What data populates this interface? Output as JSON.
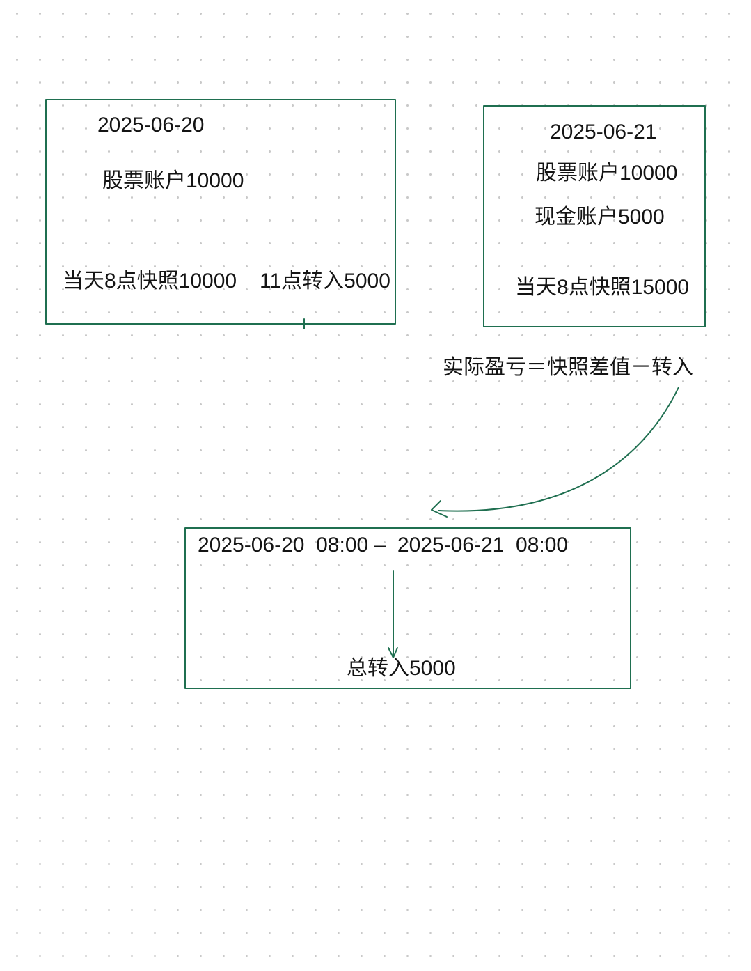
{
  "day1": {
    "date": "2025-06-20",
    "stock_account": "股票账户10000",
    "snapshot": "当天8点快照10000",
    "transfer": "11点转入5000"
  },
  "day2": {
    "date": "2025-06-21",
    "stock_account": "股票账户10000",
    "cash_account": "现金账户5000",
    "snapshot": "当天8点快照15000"
  },
  "formula": "实际盈亏＝快照差值－转入",
  "period": {
    "range": "2025-06-20  08:00 –  2025-06-21  08:00",
    "total_transfer": "总转入5000"
  },
  "colors": {
    "stroke": "#1f6f50",
    "text": "#141414",
    "background": "#ffffff",
    "grid_dot": "#c9c9c9"
  }
}
